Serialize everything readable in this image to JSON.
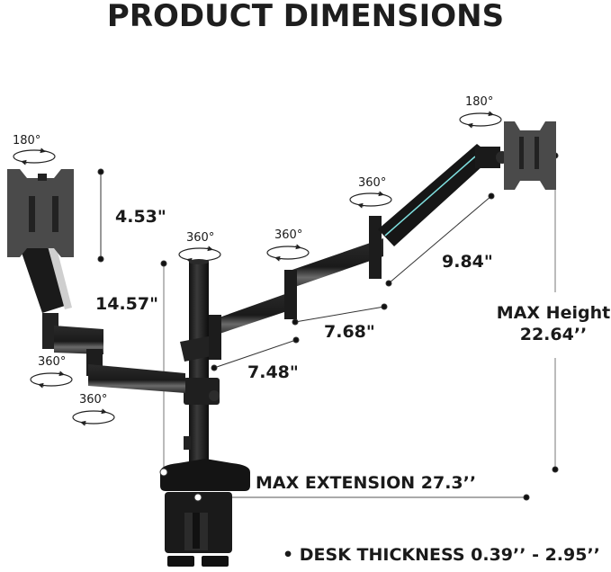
{
  "title": "PRODUCT DIMENSIONS",
  "rotation_labels": {
    "left_monitor_tilt": "180°",
    "right_monitor_tilt": "180°",
    "pole_top": "360°",
    "right_arm_joint": "360°",
    "right_gas_arm": "360°",
    "left_arm_joint_upper": "360°",
    "left_arm_joint_lower": "360°"
  },
  "dimensions": {
    "vesa_plate_height": "4.53\"",
    "pole_height": "14.57\"",
    "gas_arm_length": "9.84\"",
    "upper_arm_segment": "7.68\"",
    "lower_arm_segment": "7.48\"",
    "max_height_label": "MAX Height",
    "max_height_value": "22.64’’",
    "max_extension": "MAX EXTENSION 27.3’’",
    "desk_thickness": "• DESK THICKNESS 0.39’’ - 2.95’’"
  },
  "colors": {
    "text": "#1a1a1a",
    "metal_dark": "#1c1c1c",
    "metal_mid": "#3a3a3a",
    "plate_gray": "#4a4a4a",
    "highlight": "#8a8a8a",
    "accent_led": "#7fe0e0",
    "dim_line": "#333333"
  }
}
